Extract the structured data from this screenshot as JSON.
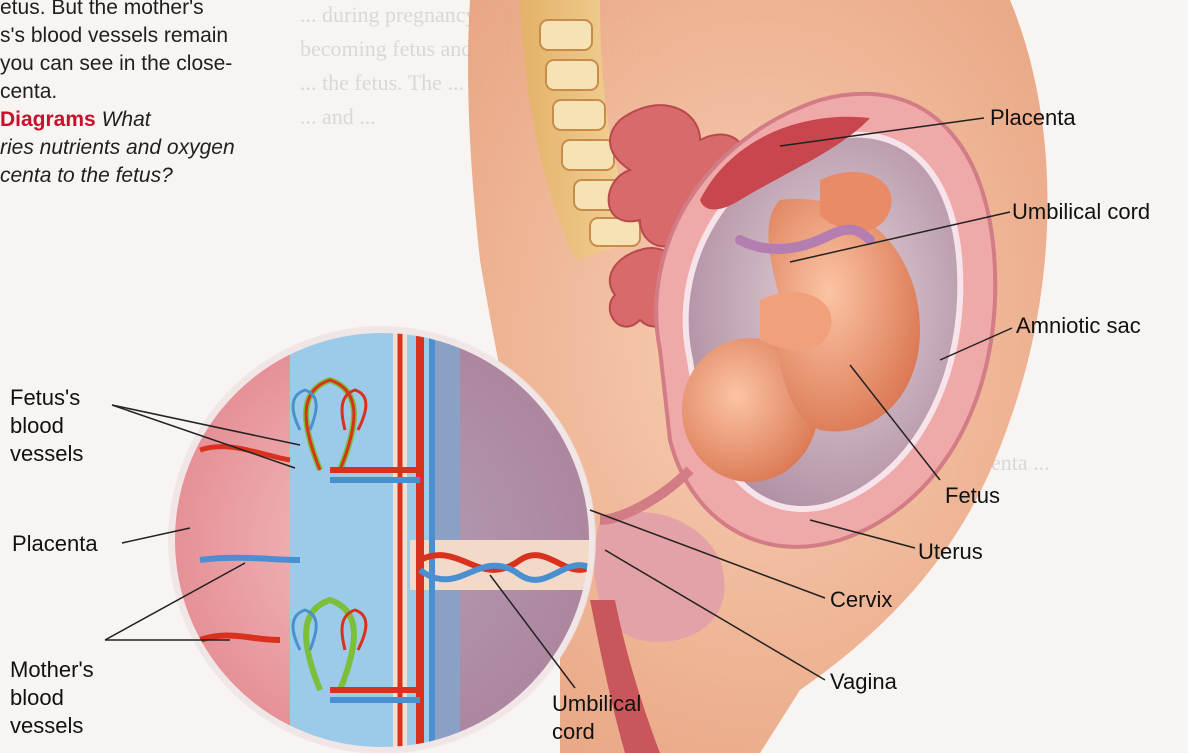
{
  "left_text": {
    "line1": "etus. But the mother's",
    "line2": "s's blood vessels remain",
    "line3": "you can see in the close-",
    "line4": "centa.",
    "line5_bold": "Diagrams",
    "line5_italic": "What",
    "line6": "ries nutrients and oxygen",
    "line7": "centa to the fetus?"
  },
  "labels": {
    "placenta_main": "Placenta",
    "umbilical_cord_main": "Umbilical cord",
    "amniotic_sac": "Amniotic sac",
    "fetus": "Fetus",
    "uterus": "Uterus",
    "cervix": "Cervix",
    "vagina": "Vagina",
    "umbilical_cord_inset": [
      "Umbilical",
      "cord"
    ],
    "fetus_blood_vessels": [
      "Fetus's",
      "blood",
      "vessels"
    ],
    "placenta_inset": "Placenta",
    "mother_blood_vessels": [
      "Mother's",
      "blood",
      "vessels"
    ]
  },
  "colors": {
    "skin": "#f0b48c",
    "uterus_wall": "#e9a0a0",
    "amniotic_fluid": "#c9a9b8",
    "fetus": "#e88b66",
    "artery_red": "#d8321e",
    "vein_blue": "#4a90d0",
    "placenta_pink": "#efa0a4",
    "inset_blue": "#8ec7e8",
    "membrane_green": "#7bbf3a"
  }
}
